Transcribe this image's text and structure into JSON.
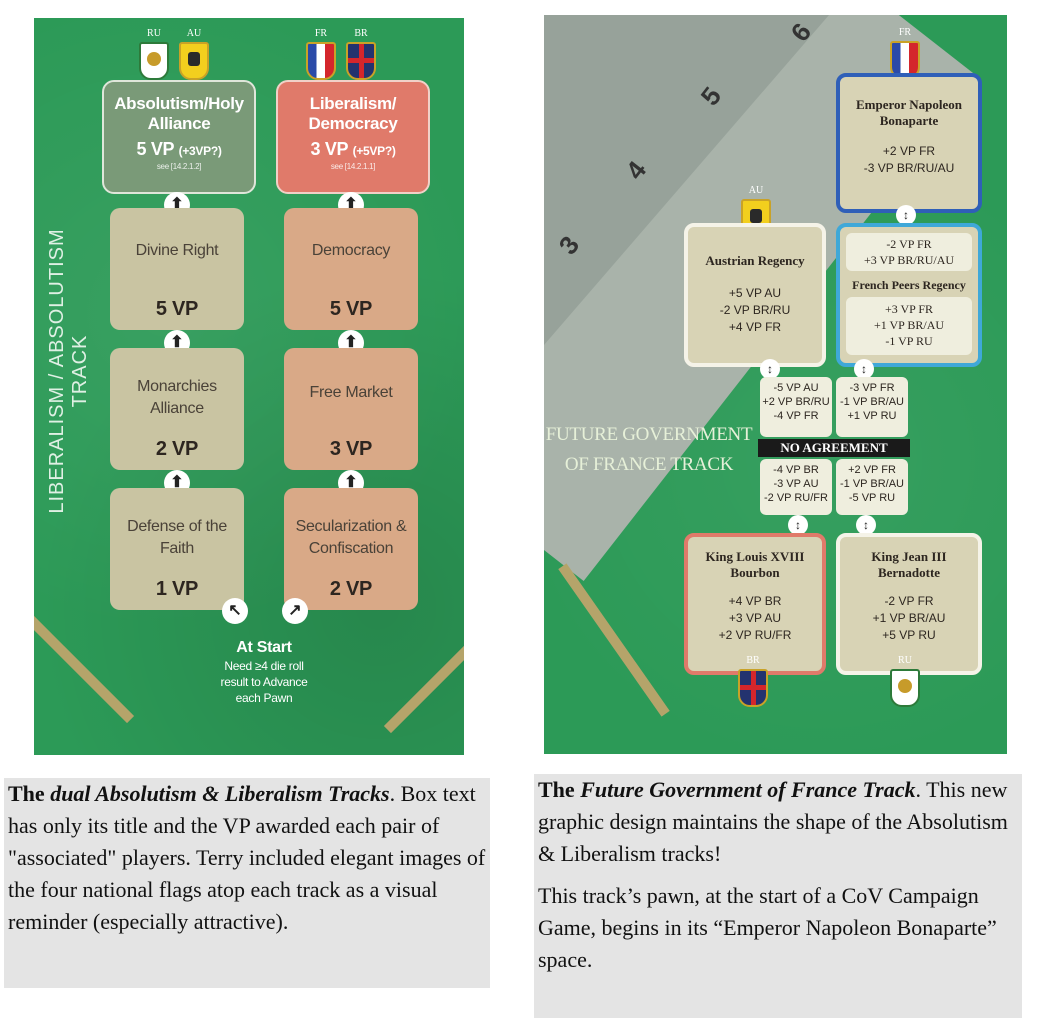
{
  "left": {
    "side_label": "LIBERALISM / ABSOLUTISM TRACK",
    "flags": [
      "RU",
      "AU",
      "FR",
      "BR"
    ],
    "absolutism": {
      "title_line1": "Absolutism/Holy",
      "title_line2": "Alliance",
      "vp": "5 VP",
      "vp_extra": "(+3VP?)",
      "see": "see [14.2.1.2]",
      "boxes": [
        {
          "title": "Divine Right",
          "vp": "5 VP"
        },
        {
          "title_line1": "Monarchies",
          "title_line2": "Alliance",
          "vp": "2 VP"
        },
        {
          "title_line1": "Defense of the",
          "title_line2": "Faith",
          "vp": "1 VP"
        }
      ]
    },
    "liberalism": {
      "title_line1": "Liberalism/",
      "title_line2": "Democracy",
      "vp": "3 VP",
      "vp_extra": "(+5VP?)",
      "see": "see [14.2.1.1]",
      "boxes": [
        {
          "title": "Democracy",
          "vp": "5 VP"
        },
        {
          "title": "Free Market",
          "vp": "3 VP"
        },
        {
          "title_line1": "Secularization &",
          "title_line2": "Confiscation",
          "vp": "2 VP"
        }
      ]
    },
    "at_start": {
      "title": "At Start",
      "line1": "Need ≥4 die roll",
      "line2": "result to Advance",
      "line3": "each Pawn"
    },
    "colors": {
      "green": "#2c9a57",
      "absolutism": "#7a9a78",
      "liberalism": "#e07a6a",
      "abs_box": "#c9c4a2",
      "lib_box": "#d9a987"
    }
  },
  "right": {
    "track_label_line1": "FUTURE GOVERNMENT",
    "track_label_line2": "OF FRANCE TRACK",
    "flags": [
      "FR",
      "AU",
      "BR",
      "RU"
    ],
    "napoleon": {
      "title_line1": "Emperor Napoleon",
      "title_line2": "Bonaparte",
      "l1": "+2 VP FR",
      "l2": "-3 VP BR/RU/AU"
    },
    "austrian": {
      "title": "Austrian Regency",
      "l1": "+5 VP AU",
      "l2": "-2 VP BR/RU",
      "l3": "+4 VP FR"
    },
    "french_peers": {
      "top1": "-2 VP FR",
      "top2": "+3 VP BR/RU/AU",
      "title": "French Peers Regency",
      "l1": "+3 VP FR",
      "l2": "+1 VP BR/AU",
      "l3": "-1 VP RU"
    },
    "middle_left_top": [
      "-5 VP AU",
      "+2 VP BR/RU",
      "-4 VP FR"
    ],
    "middle_right_top": [
      "-3 VP FR",
      "-1 VP BR/AU",
      "+1 VP RU"
    ],
    "no_agreement": "NO AGREEMENT",
    "middle_left_bottom": [
      "-4 VP BR",
      "-3 VP AU",
      "-2 VP RU/FR"
    ],
    "middle_right_bottom": [
      "+2 VP FR",
      "-1 VP BR/AU",
      "-5 VP RU"
    ],
    "louis": {
      "title_line1": "King Louis XVIII",
      "title_line2": "Bourbon",
      "l1": "+4 VP BR",
      "l2": "+3 VP AU",
      "l3": "+2 VP RU/FR"
    },
    "jean": {
      "title_line1": "King Jean III",
      "title_line2": "Bernadotte",
      "l1": "-2 VP FR",
      "l2": "+1 VP BR/AU",
      "l3": "+5 VP RU"
    },
    "track_numbers": [
      "6",
      "5",
      "4",
      "3"
    ]
  },
  "captions": {
    "left_bold1": "The ",
    "left_bi": "dual Absolutism & Liberalism Tracks",
    "left_rest": ". Box text has only its title and the VP awarded each pair of \"associated\" players. Terry included elegant images of the four national flags atop each track as a visual reminder (especially attractive).",
    "right_bold1": "The ",
    "right_bi": "Future Government of France Track",
    "right_rest": ". This new graphic design maintains the shape of the Absolutism & Liberalism tracks!",
    "right_p2": "This track’s pawn, at the start of a CoV Campaign Game, begins in its “Emperor Napoleon Bonaparte” space."
  }
}
